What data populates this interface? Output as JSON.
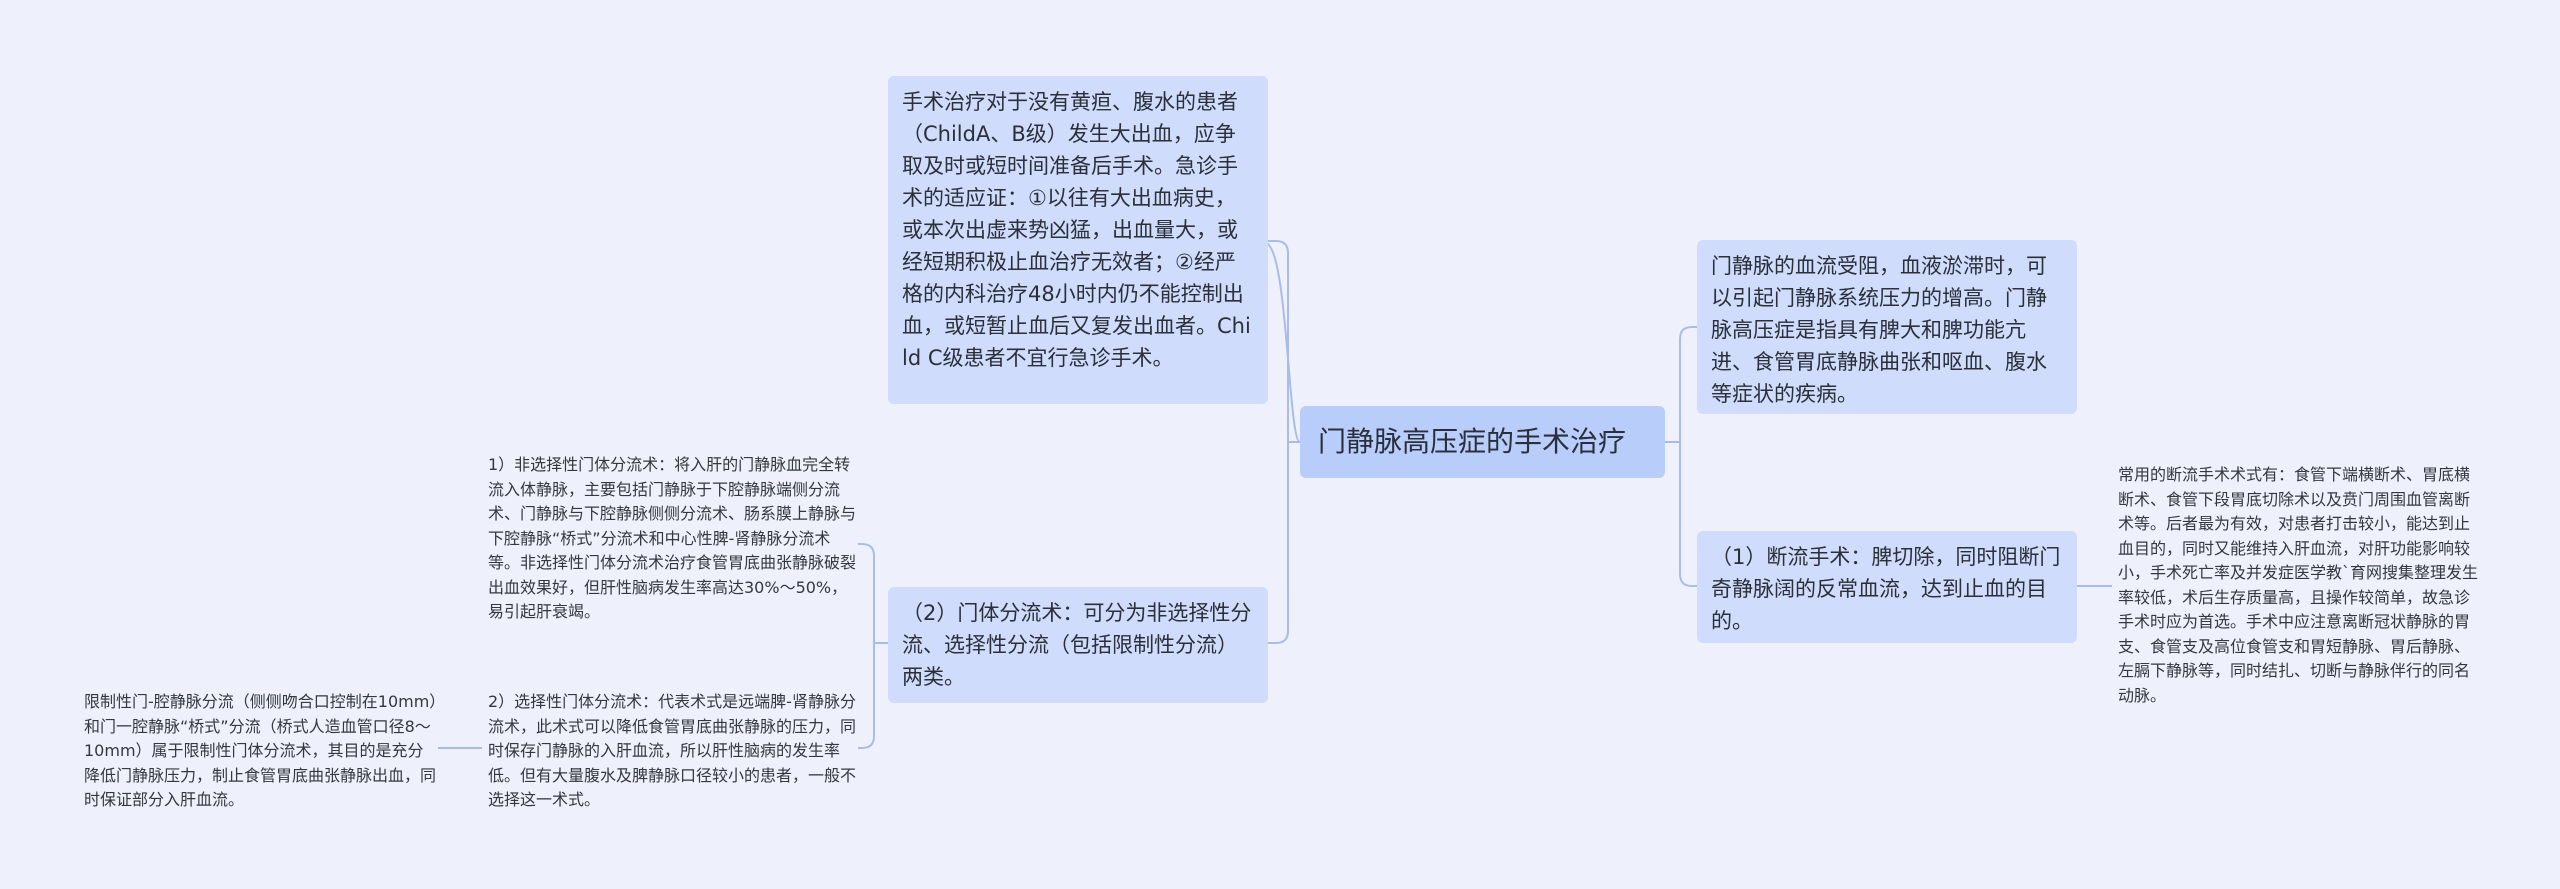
{
  "root": {
    "label": "门静脉高压症的手术治疗"
  },
  "left": {
    "emergency": "手术治疗对于没有黄疸、腹水的患者（ChildA、B级）发生大出血，应争取及时或短时间准备后手术。急诊手术的适应证：①以往有大出血病史，或本次出虚来势凶猛，出血量大，或经短期积极止血治疗无效者；②经严格的内科治疗48小时内仍不能控制出血，或短暂止血后又复发出血者。Child C级患者不宜行急诊手术。",
    "shunt": {
      "label": "（2）门体分流术：可分为非选择性分流、选择性分流（包括限制性分流）两类。",
      "nonselective": "1）非选择性门体分流术：将入肝的门静脉血完全转流入体静脉，主要包括门静脉于下腔静脉端侧分流术、门静脉与下腔静脉侧侧分流术、肠系膜上静脉与下腔静脉“桥式”分流术和中心性脾-肾静脉分流术等。非选择性门体分流术治疗食管胃底曲张静脉破裂出血效果好，但肝性脑病发生率高达30%～50%，易引起肝衰竭。",
      "selective": {
        "label": "2）选择性门体分流术：代表术式是远端脾-肾静脉分流术，此术式可以降低食管胃底曲张静脉的压力，同时保存门静脉的入肝血流，所以肝性脑病的发生率低。但有大量腹水及脾静脉口径较小的患者，一般不选择这一术式。",
        "restrictive": "限制性门-腔静脉分流（侧侧吻合口控制在10mm）和门一腔静脉“桥式”分流（桥式人造血管口径8～10mm）属于限制性门体分流术，其目的是充分降低门静脉压力，制止食管胃底曲张静脉出血，同时保证部分入肝血流。"
      }
    }
  },
  "right": {
    "definition": "门静脉的血流受阻，血液淤滞时，可以引起门静脉系统压力的增高。门静脉高压症是指具有脾大和脾功能亢进、食管胃底静脉曲张和呕血、腹水等症状的疾病。",
    "devascularization": {
      "label": "（1）断流手术：脾切除，同时阻断门奇静脉阔的反常血流，达到止血的目的。",
      "detail": "常用的断流手术术式有：食管下端横断术、胃底横断术、食管下段胃底切除术以及贲门周围血管离断术等。后者最为有效，对患者打击较小，能达到止血目的，同时又能维持入肝血流，对肝功能影响较小，手术死亡率及并发症医学教`育网搜集整理发生率较低，术后生存质量高，且操作较简单，故急诊手术时应为首选。手术中应注意离断冠状静脉的胃支、食管支及高位食管支和胃短静脉、胃后静脉、左膈下静脉等，同时结扎、切断与静脉伴行的同名动脉。"
    }
  }
}
